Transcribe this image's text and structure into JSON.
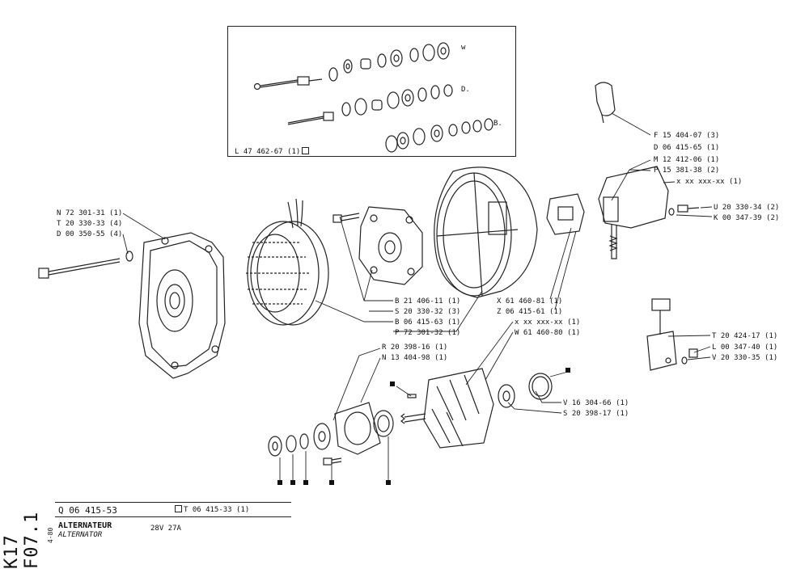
{
  "document": {
    "side_code": "K17  F07.1",
    "date_code": "4-80",
    "part_number": "Q 06 415-53",
    "kit_reference": "T 06 415-33 (1)",
    "name_fr": "ALTERNATEUR",
    "name_en": "ALTERNATOR",
    "spec": "28V  27A"
  },
  "kit_box": {
    "kit_label": "L 47 462-67 (1)",
    "markers": {
      "w": "w",
      "d": "D.",
      "b": "B."
    }
  },
  "callouts": [
    {
      "id": "f15404",
      "text": "F 15 404-07 (3)"
    },
    {
      "id": "d06415-65",
      "text": "D 06 415-65 (1)"
    },
    {
      "id": "m12412",
      "text": "M 12 412-06 (1)"
    },
    {
      "id": "p15381",
      "text": "P 15 381-38 (2)"
    },
    {
      "id": "xxx1",
      "text": "x xx xxx-xx (1)"
    },
    {
      "id": "u20330",
      "text": "U 20 330-34 (2)"
    },
    {
      "id": "k00347",
      "text": "K 00 347-39 (2)"
    },
    {
      "id": "n72301",
      "text": "N 72 301-31 (1)"
    },
    {
      "id": "t20330",
      "text": "T 20 330-33 (4)"
    },
    {
      "id": "d00350",
      "text": "D 00 350-55 (4)"
    },
    {
      "id": "b21406",
      "text": "B 21 406-11 (1)"
    },
    {
      "id": "s20330",
      "text": "S 20 330-32 (3)"
    },
    {
      "id": "b06415",
      "text": "B 06 415-63 (1)"
    },
    {
      "id": "p72301",
      "text": "P 72 301-32 (1)"
    },
    {
      "id": "x61460",
      "text": "X 61 460-81 (1)"
    },
    {
      "id": "z06415",
      "text": "Z 06 415-61 (1)"
    },
    {
      "id": "xxx2",
      "text": "x xx xxx-xx (1)"
    },
    {
      "id": "w61460",
      "text": "W 61 460-80 (1)"
    },
    {
      "id": "r20398",
      "text": "R 20 398-16 (1)"
    },
    {
      "id": "n13404",
      "text": "N 13 404-98 (1)"
    },
    {
      "id": "t20424",
      "text": "T 20 424-17 (1)"
    },
    {
      "id": "l00347",
      "text": "L 00 347-40 (1)"
    },
    {
      "id": "v20330",
      "text": "V 20 330-35 (1)"
    },
    {
      "id": "v16304",
      "text": "V 16 304-66 (1)"
    },
    {
      "id": "s20398",
      "text": "S 20 398-17 (1)"
    }
  ]
}
